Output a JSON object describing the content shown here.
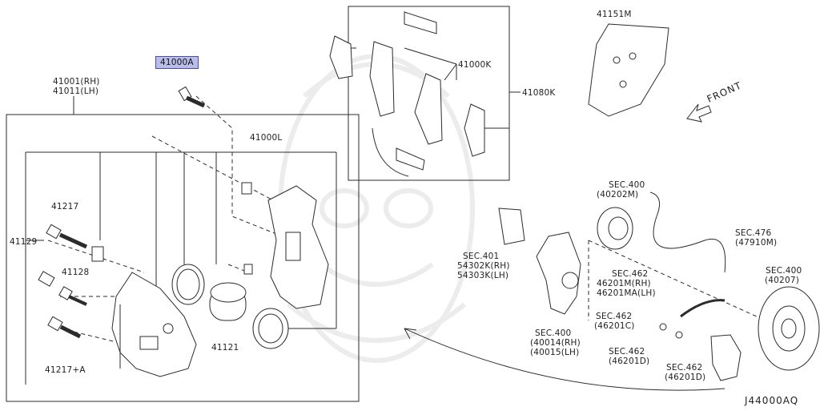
{
  "labels": {
    "highlighted_part": "41000A",
    "caliper_rh": "41001(RH)",
    "caliper_lh": "41011(LH)",
    "bracket": "41000L",
    "pin_bolt": "41217",
    "bleeder": "41129",
    "bleeder_cap": "41128",
    "piston": "41121",
    "guide_bolt": "41217+A",
    "pad_kit_1": "41000K",
    "pad_kit_2": "41080K",
    "dust_shield": "41151M",
    "front_arrow": "FRONT",
    "sec400_a": "SEC.400",
    "sec400_a_code": "(40202M)",
    "sec476": "SEC.476",
    "sec476_code": "(47910M)",
    "sec401": "SEC.401",
    "sec401_rh": "54302K(RH)",
    "sec401_lh": "54303K(LH)",
    "sec462_a": "SEC.462",
    "sec462_a_rh": "46201M(RH)",
    "sec462_a_lh": "46201MA(LH)",
    "sec400_b": "SEC.400",
    "sec400_b_code": "(40207)",
    "sec462_b": "SEC.462",
    "sec462_b_code": "(46201C)",
    "sec400_c": "SEC.400",
    "sec400_c_rh": "(40014(RH)",
    "sec400_c_lh": "(40015(LH)",
    "sec462_c": "SEC.462",
    "sec462_c_code": "(46201D)",
    "sec462_d": "SEC.462",
    "sec462_d_code": "(46201D)",
    "diagram_ref": "J44000AQ"
  },
  "colors": {
    "line": "#2b2b2b",
    "highlight_fill": "#b9bde8",
    "highlight_border": "#4a4f9c",
    "watermark": "#ececec"
  }
}
